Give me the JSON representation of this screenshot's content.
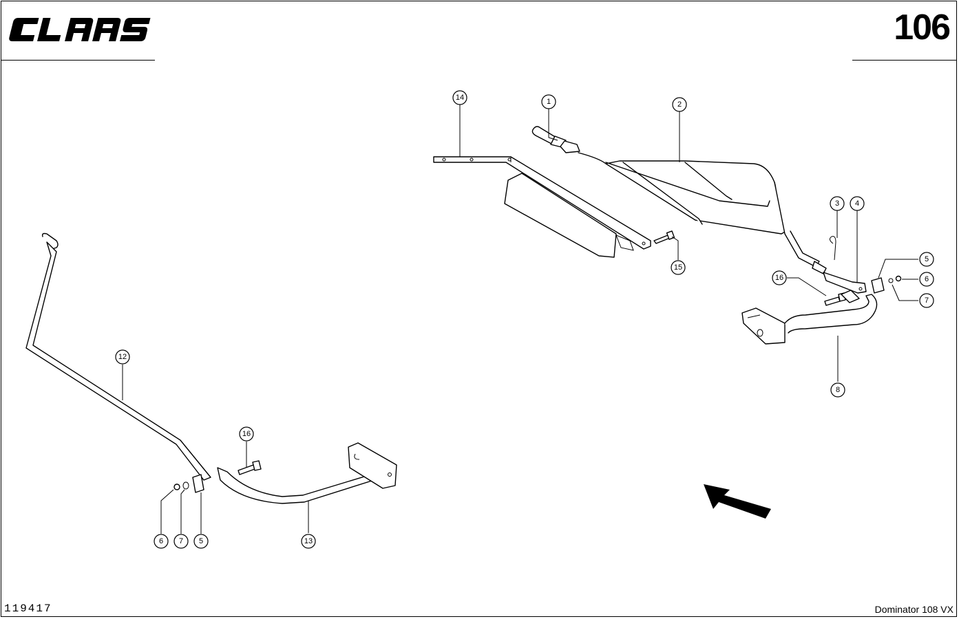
{
  "header": {
    "brand": "CLAAS",
    "page_number": "106"
  },
  "footer": {
    "doc_id": "119417",
    "model": "Dominator 108 VX"
  },
  "callouts": {
    "c1": "1",
    "c2": "2",
    "c3": "3",
    "c4": "4",
    "c5a": "5",
    "c6a": "6",
    "c7a": "7",
    "c8": "8",
    "c12": "12",
    "c13": "13",
    "c14": "14",
    "c15": "15",
    "c16a": "16",
    "c16b": "16",
    "c6b": "6",
    "c7b": "7",
    "c5b": "5"
  },
  "colors": {
    "ink": "#000000",
    "paper": "#ffffff"
  }
}
